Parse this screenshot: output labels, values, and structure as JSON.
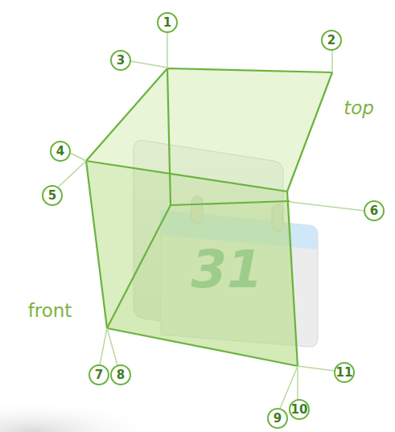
{
  "diagram": {
    "labels": [
      "1",
      "2",
      "3",
      "4",
      "5",
      "6",
      "7",
      "8",
      "9",
      "10",
      "11",
      "top",
      "front",
      "31"
    ]
  }
}
